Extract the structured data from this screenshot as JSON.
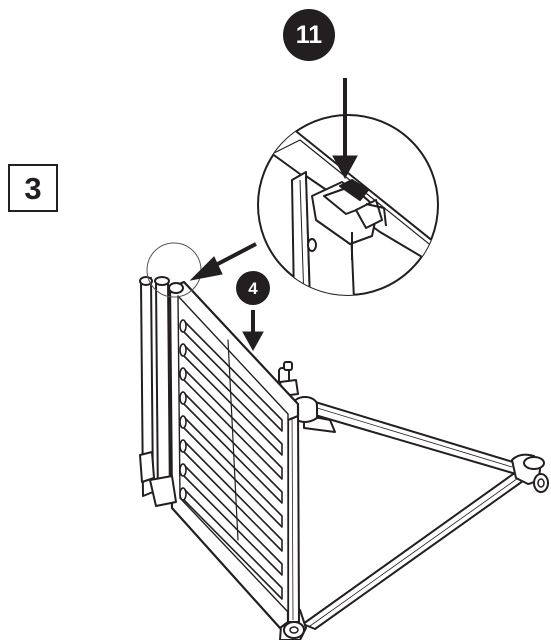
{
  "step": {
    "number": "3"
  },
  "callouts": [
    {
      "id": "part-11",
      "label": "11"
    },
    {
      "id": "part-4",
      "label": "4"
    }
  ],
  "colors": {
    "ink": "#231f20",
    "paper": "#ffffff"
  },
  "icons": [
    "down-arrow-icon",
    "detail-arrow-icon"
  ]
}
